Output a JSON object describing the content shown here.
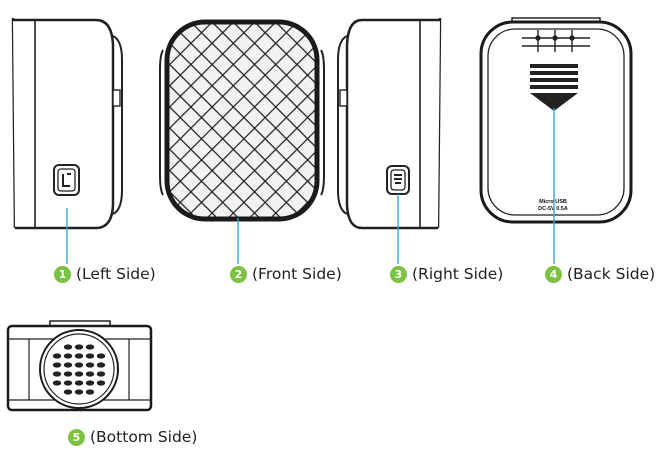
{
  "accent_color": "#7cc242",
  "callout_line_color": "#3aa6d8",
  "views": [
    {
      "number": "1",
      "label": "(Left Side)"
    },
    {
      "number": "2",
      "label": "(Front Side)"
    },
    {
      "number": "3",
      "label": "(Right Side)"
    },
    {
      "number": "4",
      "label": "(Back Side)"
    },
    {
      "number": "5",
      "label": "(Bottom Side)"
    }
  ],
  "back_panel": {
    "port_line1": "Micro USB",
    "port_line2": "DC-5V 0.5A"
  },
  "icons": {
    "left_button": "lock-button-icon",
    "right_button": "battery-button-icon"
  }
}
